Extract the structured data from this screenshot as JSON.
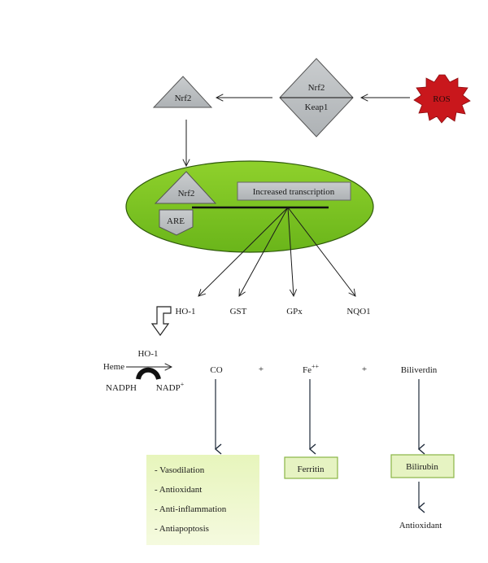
{
  "colors": {
    "nucleus_fill": "#7cc520",
    "nucleus_stroke": "#3f6d12",
    "ros_fill": "#cc1f1f",
    "shape_gray": "#b9bcbe",
    "box_fill": "#e6f3c2",
    "box_stroke": "#8ab545",
    "effects_fill_top": "#eaf6c4",
    "effects_fill_bottom": "#f4f9dc",
    "line": "#1a1a1a"
  },
  "icons": {
    "ros": "star-burst-icon",
    "nrf2": "triangle-icon",
    "complex": "diamond-icon",
    "are": "pentagon-tag-icon",
    "reaction": "curved-arrow-icon"
  },
  "nodes": {
    "ros": "ROS",
    "nrf2_complex_top": "Nrf2",
    "keap1": "Keap1",
    "nrf2_free": "Nrf2",
    "nrf2_nuclear": "Nrf2",
    "are": "ARE",
    "transcription": "Increased transcription"
  },
  "genes": [
    "HO-1",
    "GST",
    "GPx",
    "NQO1"
  ],
  "reaction": {
    "heme": "Heme",
    "enzyme": "HO-1",
    "nadph": "NADPH",
    "nadp": "NADP",
    "nadp_sup": "+"
  },
  "products": {
    "co": "CO",
    "plus1": "+",
    "fe": "Fe",
    "fe_sup": "++",
    "plus2": "+",
    "biliverdin": "Biliverdin"
  },
  "effects": [
    "- Vasodilation",
    "- Antioxidant",
    "- Anti-inflammation",
    "- Antiapoptosis"
  ],
  "ferritin": "Ferritin",
  "bilirubin": "Bilirubin",
  "antioxidant": "Antioxidant"
}
